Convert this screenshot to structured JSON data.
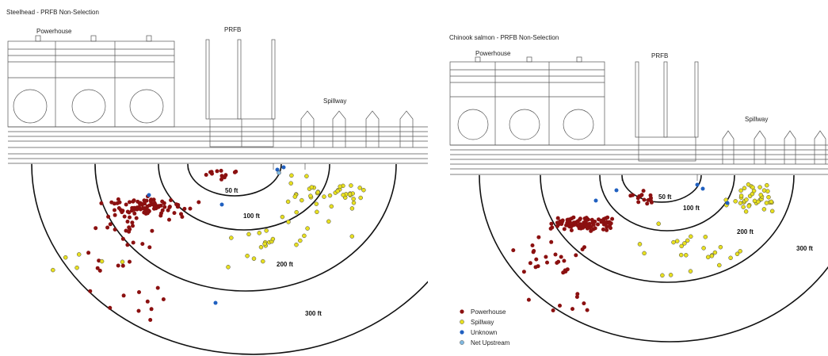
{
  "panels": [
    {
      "title": "Steelhead - PRFB Non-Selection",
      "labels": {
        "powerhouse": "Powerhouse",
        "prfb": "PRFB",
        "spillway": "Spillway"
      },
      "rings": [
        "50 ft",
        "100 ft",
        "200 ft",
        "300 ft"
      ]
    },
    {
      "title": "Chinook salmon - PRFB Non-Selection",
      "labels": {
        "powerhouse": "Powerhouse",
        "prfb": "PRFB",
        "spillway": "Spillway"
      },
      "rings": [
        "50 ft",
        "100 ft",
        "200 ft",
        "300 ft"
      ],
      "legend": [
        {
          "label": "Powerhouse",
          "color": "#8b1010"
        },
        {
          "label": "Spillway",
          "color": "#e8e020"
        },
        {
          "label": "Unknown",
          "color": "#2060c0"
        },
        {
          "label": "Net Upstream",
          "color": "#80b8e0"
        }
      ]
    }
  ],
  "colors": {
    "powerhouse": "#8b1010",
    "spillway": "#e8e020",
    "unknown": "#2060c0",
    "net_upstream": "#80b8e0"
  }
}
